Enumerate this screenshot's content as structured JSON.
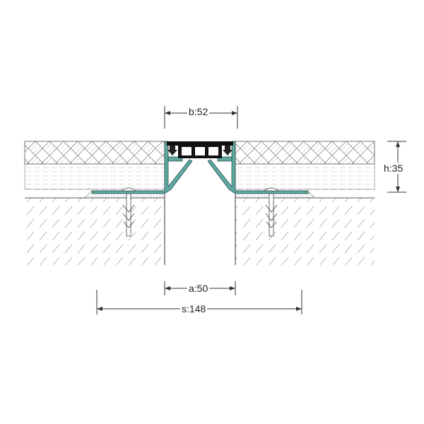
{
  "title": "Expansion joint profile cross-section",
  "dimensions": {
    "b": "b:52",
    "h": "h:35",
    "a": "a:50",
    "s": "s:148"
  },
  "colors": {
    "profile": "#5fa9a2",
    "line": "#333333",
    "insert": "#111111"
  }
}
